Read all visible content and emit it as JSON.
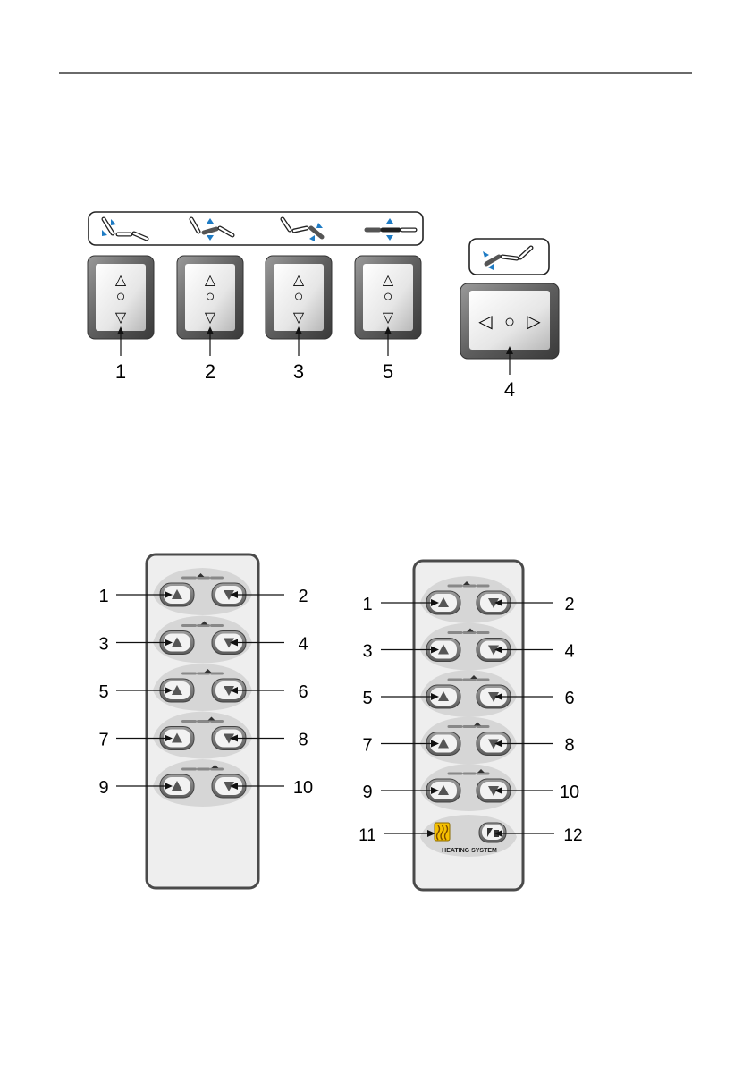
{
  "colors": {
    "line": "#1a1a1a",
    "accent": "#1e7bc4",
    "button_dark": "#6a6a6a",
    "button_face": "#dcdcdc",
    "remote_body": "#eeeeee",
    "remote_band": "#d6d6d6",
    "heat_icon": "#e0a400"
  },
  "seat_panel": {
    "icons": [
      "backrest-icon",
      "seat-height-icon",
      "legrest-icon",
      "seat-level-icon"
    ],
    "switches": [
      {
        "callout": "1",
        "up": "△",
        "center": "○",
        "down": "▽"
      },
      {
        "callout": "2",
        "up": "△",
        "center": "○",
        "down": "▽"
      },
      {
        "callout": "3",
        "up": "△",
        "center": "○",
        "down": "▽"
      },
      {
        "callout": "5",
        "up": "△",
        "center": "○",
        "down": "▽"
      }
    ],
    "slide_switch": {
      "icon": "seat-slide-icon",
      "callout": "4",
      "left": "◁",
      "center": "○",
      "right": "▷"
    }
  },
  "remote_left": {
    "rows": [
      {
        "left_callout": "1",
        "right_callout": "2"
      },
      {
        "left_callout": "3",
        "right_callout": "4"
      },
      {
        "left_callout": "5",
        "right_callout": "6"
      },
      {
        "left_callout": "7",
        "right_callout": "8"
      },
      {
        "left_callout": "9",
        "right_callout": "10"
      }
    ]
  },
  "remote_right": {
    "rows": [
      {
        "left_callout": "1",
        "right_callout": "2"
      },
      {
        "left_callout": "3",
        "right_callout": "4"
      },
      {
        "left_callout": "5",
        "right_callout": "6"
      },
      {
        "left_callout": "7",
        "right_callout": "8"
      },
      {
        "left_callout": "9",
        "right_callout": "10"
      }
    ],
    "heating": {
      "left_callout": "11",
      "right_callout": "12",
      "label": "HEATING SYSTEM"
    }
  }
}
